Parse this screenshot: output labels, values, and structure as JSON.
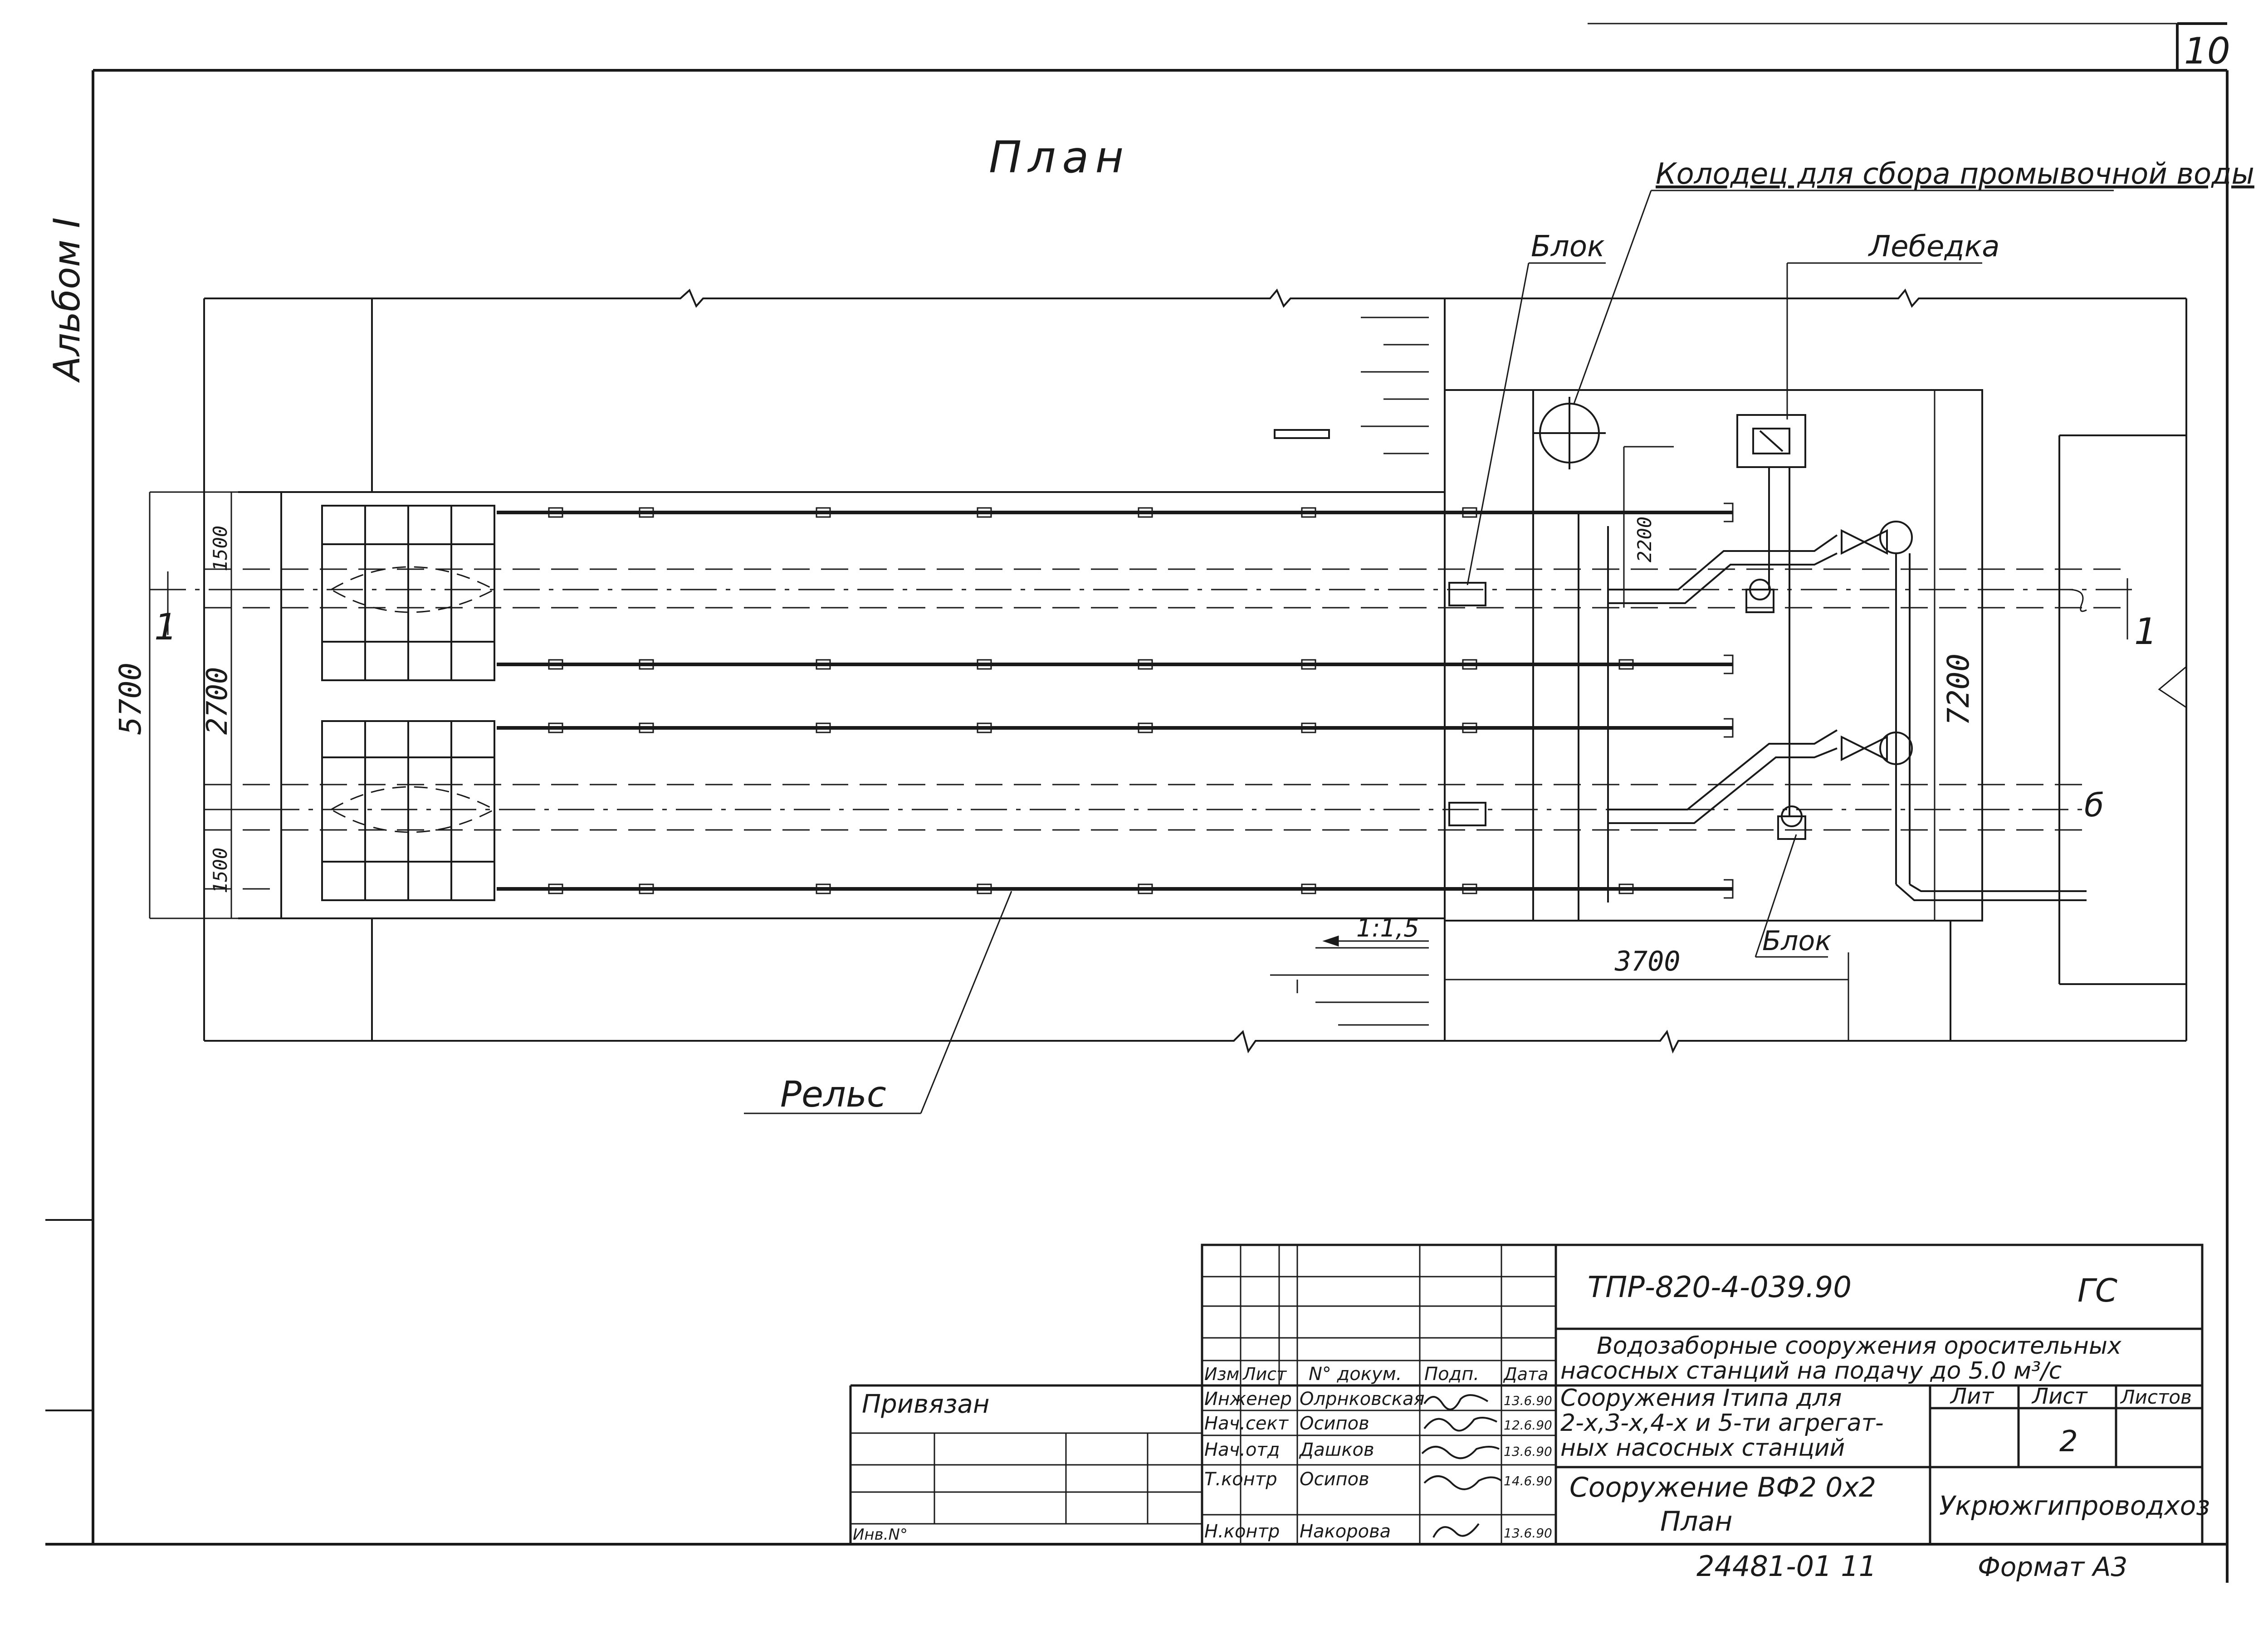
{
  "sheet_number": "10",
  "side_label": "Альбом I",
  "title": "План",
  "labels": {
    "well": "Колодец для сбора промывочной воды",
    "block_top": "Блок",
    "winch": "Лебедка",
    "block_bottom": "Блок",
    "rail": "Рельс",
    "slope": "1:1,5",
    "section_left": "1",
    "section_right": "1",
    "pipe_b": "б"
  },
  "dimensions": {
    "d5700": "5700",
    "d1500a": "1500",
    "d2700": "2700",
    "d1500b": "1500",
    "d2200": "2200",
    "d7200": "7200",
    "d3700": "3700"
  },
  "stamp": {
    "doc_code": "ТПР-820-4-039.90",
    "stage": "ГС",
    "project_line1": "Водозаборные сооружения оросительных",
    "project_line2": "насосных станций на подачу до 5.0 м³/с",
    "header": {
      "izm": "Изм",
      "list": "Лист",
      "doc": "N° докум.",
      "sign": "Подп.",
      "date": "Дата"
    },
    "rows": [
      {
        "role": "Инженер",
        "name": "Олрнковская",
        "date": "13.6.90"
      },
      {
        "role": "Нач.сект",
        "name": "Осипов",
        "date": "12.6.90"
      },
      {
        "role": "Нач.отд",
        "name": "Дашков",
        "date": "13.6.90"
      },
      {
        "role": "Т.контр",
        "name": "Осипов",
        "date": "14.6.90"
      },
      {
        "role": "Н.контр",
        "name": "Накорова",
        "date": "13.6.90"
      }
    ],
    "desc_line1": "Сооружения Iтипа для",
    "desc_line2": "2-х,3-х,4-х и 5-ти агрегат-",
    "desc_line3": "ных насосных станций",
    "structure_line1": "Сооружение  ВФ2 0х2",
    "structure_line2": "План",
    "lit": "Лит",
    "sheet": "Лист",
    "sheets": "Листов",
    "sheet_value": "2",
    "organization": "Укрюжгипроводхоз",
    "privyazan": "Привязан",
    "inv": "Инв.N°",
    "archive": "24481-01    11",
    "format": "Формат А3"
  }
}
